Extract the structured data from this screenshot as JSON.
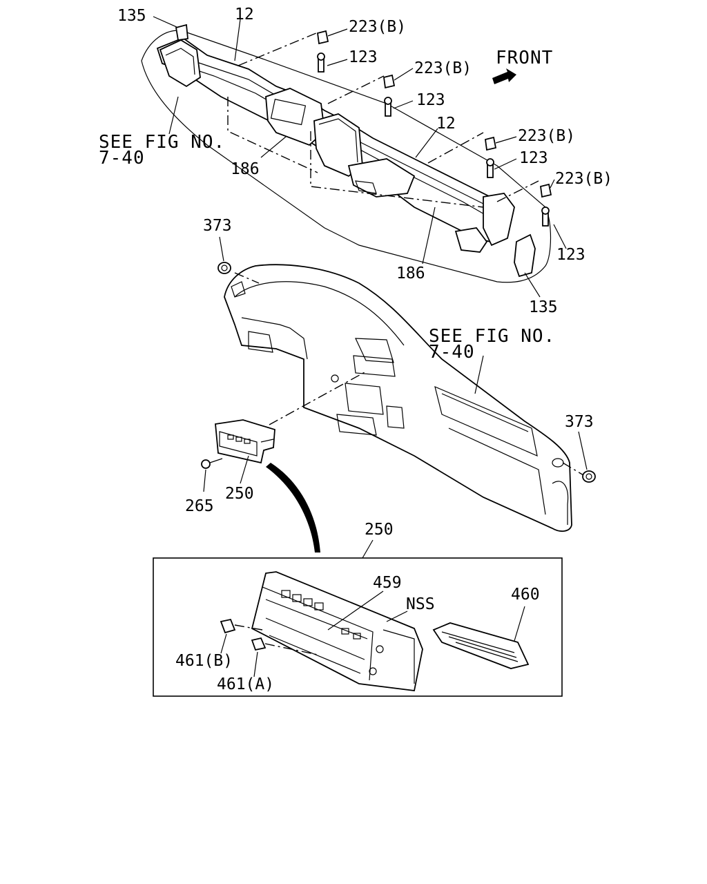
{
  "labels": {
    "p135_top": "135",
    "p12_top": "12",
    "p223b_1": "223(B)",
    "p123_1": "123",
    "front": "FRONT",
    "p223b_2": "223(B)",
    "p123_2": "123",
    "p12_mid": "12",
    "p223b_3": "223(B)",
    "p123_3": "123",
    "p223b_4": "223(B)",
    "p123_4": "123",
    "see_fig_1a": "SEE FIG NO.",
    "see_fig_1b": "7-40",
    "p186_left": "186",
    "p186_right": "186",
    "p135_right": "135",
    "p373_left": "373",
    "see_fig_2a": "SEE FIG NO.",
    "see_fig_2b": "7-40",
    "p373_right": "373",
    "p265": "265",
    "p250_small": "250",
    "p250_box": "250",
    "p459": "459",
    "nss": "NSS",
    "p460": "460",
    "p461b": "461(B)",
    "p461a": "461(A)"
  }
}
